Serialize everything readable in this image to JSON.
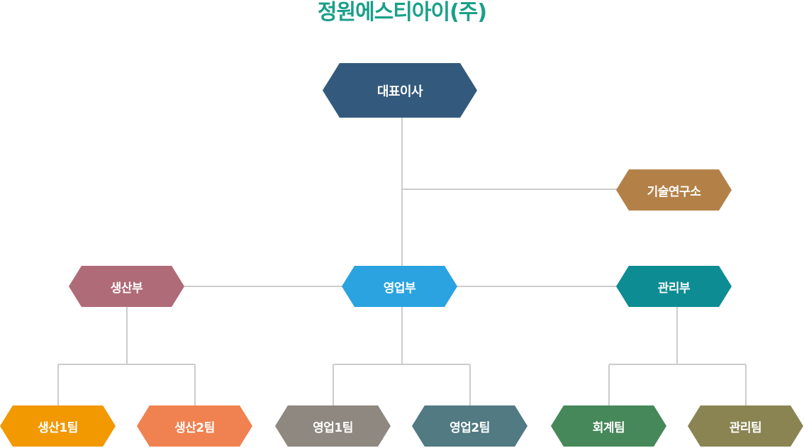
{
  "title": "정원에스티아이(주)",
  "colors": {
    "title": "#1a9f8a",
    "line": "#cccccc",
    "ceo": "#335a7c",
    "lab": "#b38148",
    "production": "#af6b77",
    "sales": "#2aa3e0",
    "management": "#0d8c93",
    "production1": "#f29800",
    "production2": "#f08150",
    "sales1": "#8e8880",
    "sales2": "#517a83",
    "accounting": "#468859",
    "admin_team": "#8a8453"
  },
  "nodes": {
    "ceo": "대표이사",
    "lab": "기술연구소",
    "production": "생산부",
    "sales": "영업부",
    "management": "관리부",
    "production1": "생산1팀",
    "production2": "생산2팀",
    "sales1": "영업1팀",
    "sales2": "영업2팀",
    "accounting": "회계팀",
    "admin_team": "관리팀"
  }
}
